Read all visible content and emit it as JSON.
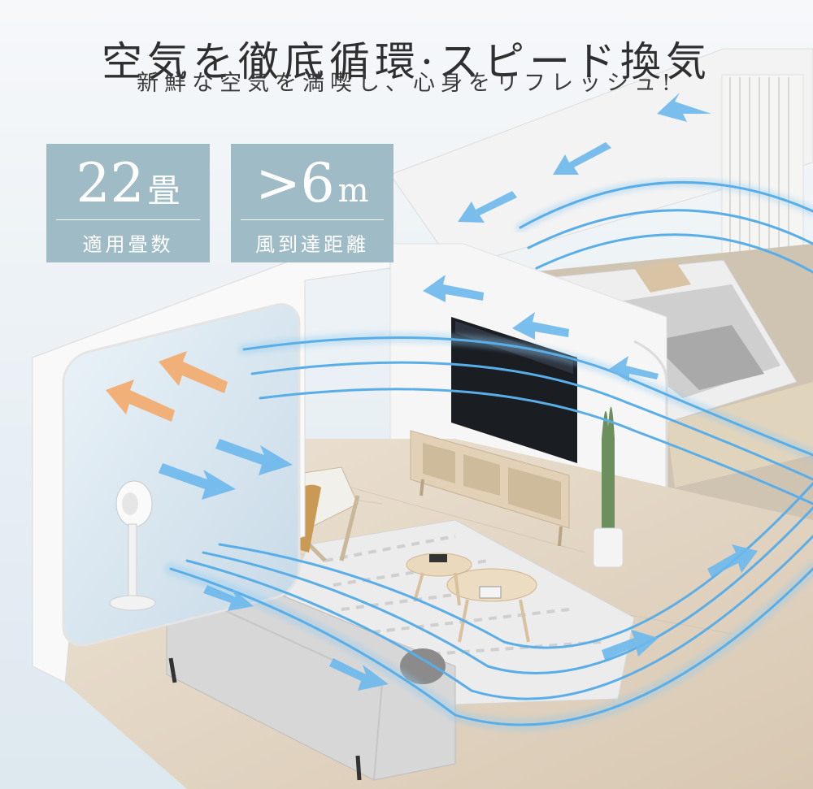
{
  "headline": "空気を徹底循環·スピード換気",
  "subheadline": "新鮮な空気を満喫し、心身をリフレッシュ!",
  "badges": {
    "area": {
      "value": "22",
      "unit": "畳",
      "caption": "適用畳数"
    },
    "wind": {
      "value": ">6",
      "unit": "m",
      "caption": "風到達距離"
    }
  },
  "colors": {
    "badge": "#9fbcc6",
    "airflow_blue": "#5aaee8",
    "warm_arrow": "#f0b078",
    "wall": "#f7f7f7",
    "floor": "#e2d5c3"
  }
}
